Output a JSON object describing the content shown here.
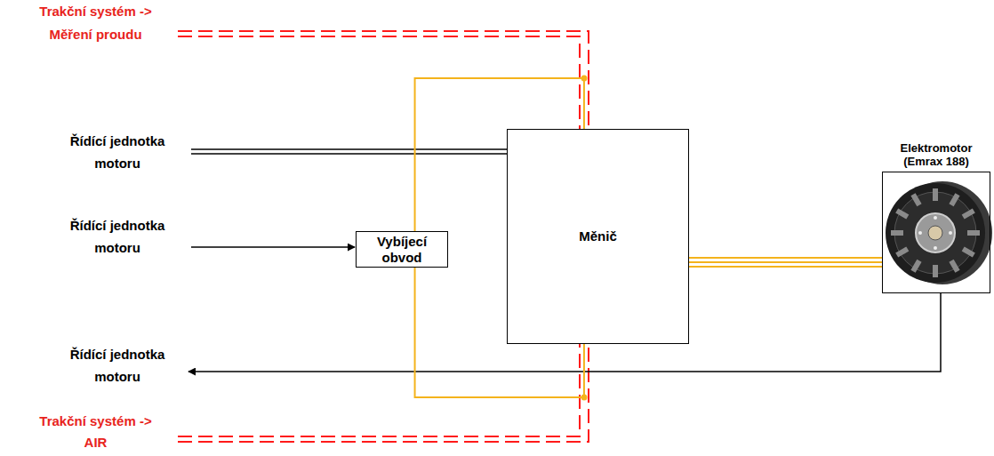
{
  "diagram": {
    "nodes": [
      {
        "text": [
          "Vybíjecí obvod"
        ]
      },
      {
        "text": [
          "Měnič"
        ]
      },
      {
        "text": [
          "Elektromotor (Emrax 188)"
        ]
      }
    ],
    "edges": [
      {
        "from": 0,
        "to": 1,
        "arrow": "none"
      },
      {
        "from": 0,
        "to": 1,
        "arrow": "none"
      },
      {
        "from": 1,
        "to": 2,
        "arrow": "none"
      }
    ],
    "labels": [
      "Trakční systém -> Měření proudu",
      "Řídící jednotka motoru",
      "Řídící jednotka motoru",
      "Řídící jednotka motoru",
      "Trakční systém -> AIR"
    ]
  }
}
